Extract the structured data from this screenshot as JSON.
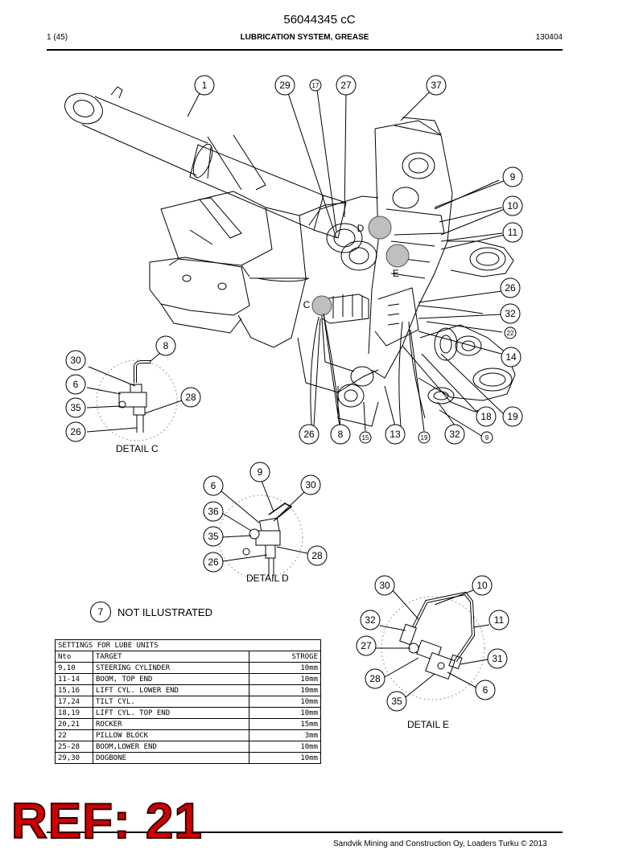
{
  "header": {
    "doc_number": "56044345 cC",
    "page": "1 (45)",
    "section_title": "LUBRICATION SYSTEM, GREASE",
    "date_code": "130404"
  },
  "callouts_main": [
    "1",
    "29",
    "17",
    "27",
    "37",
    "9",
    "10",
    "11",
    "26",
    "32",
    "22",
    "14",
    "19",
    "18",
    "9",
    "32",
    "19",
    "13",
    "15",
    "8",
    "26"
  ],
  "view_letters": [
    "D",
    "E",
    "C"
  ],
  "detail_c": {
    "label": "DETAIL C",
    "callouts": [
      "8",
      "30",
      "6",
      "28",
      "35",
      "26"
    ]
  },
  "detail_d": {
    "label": "DETAIL D",
    "callouts": [
      "9",
      "6",
      "30",
      "36",
      "35",
      "28",
      "26"
    ]
  },
  "detail_e": {
    "label": "DETAIL E",
    "callouts": [
      "30",
      "10",
      "32",
      "11",
      "27",
      "31",
      "28",
      "6",
      "35"
    ]
  },
  "note": {
    "number": "7",
    "text": "NOT ILLUSTRATED"
  },
  "lube_table": {
    "title": "SETTINGS FOR LUBE UNITS",
    "headers": [
      "Nto",
      "TARGET",
      "STROGE"
    ],
    "rows": [
      [
        "9,10",
        "STEERING CYLINDER",
        "10mm"
      ],
      [
        "11-14",
        "BOOM, TOP END",
        "10mm"
      ],
      [
        "15,16",
        "LIFT CYL. LOWER END",
        "10mm"
      ],
      [
        "17,24",
        "TILT CYL.",
        "10mm"
      ],
      [
        "18,19",
        "LIFT CYL. TOP END",
        "10mm"
      ],
      [
        "20,21",
        "ROCKER",
        "15mm"
      ],
      [
        "22",
        "PILLOW BLOCK",
        "3mm"
      ],
      [
        "25-28",
        "BOOM,LOWER END",
        "10mm"
      ],
      [
        "29,30",
        "DOGBONE",
        "10mm"
      ]
    ]
  },
  "ref_stamp": "REF: 21",
  "footer_text": "Sandvik Mining and Construction Oy, Loaders Turku © 2013"
}
